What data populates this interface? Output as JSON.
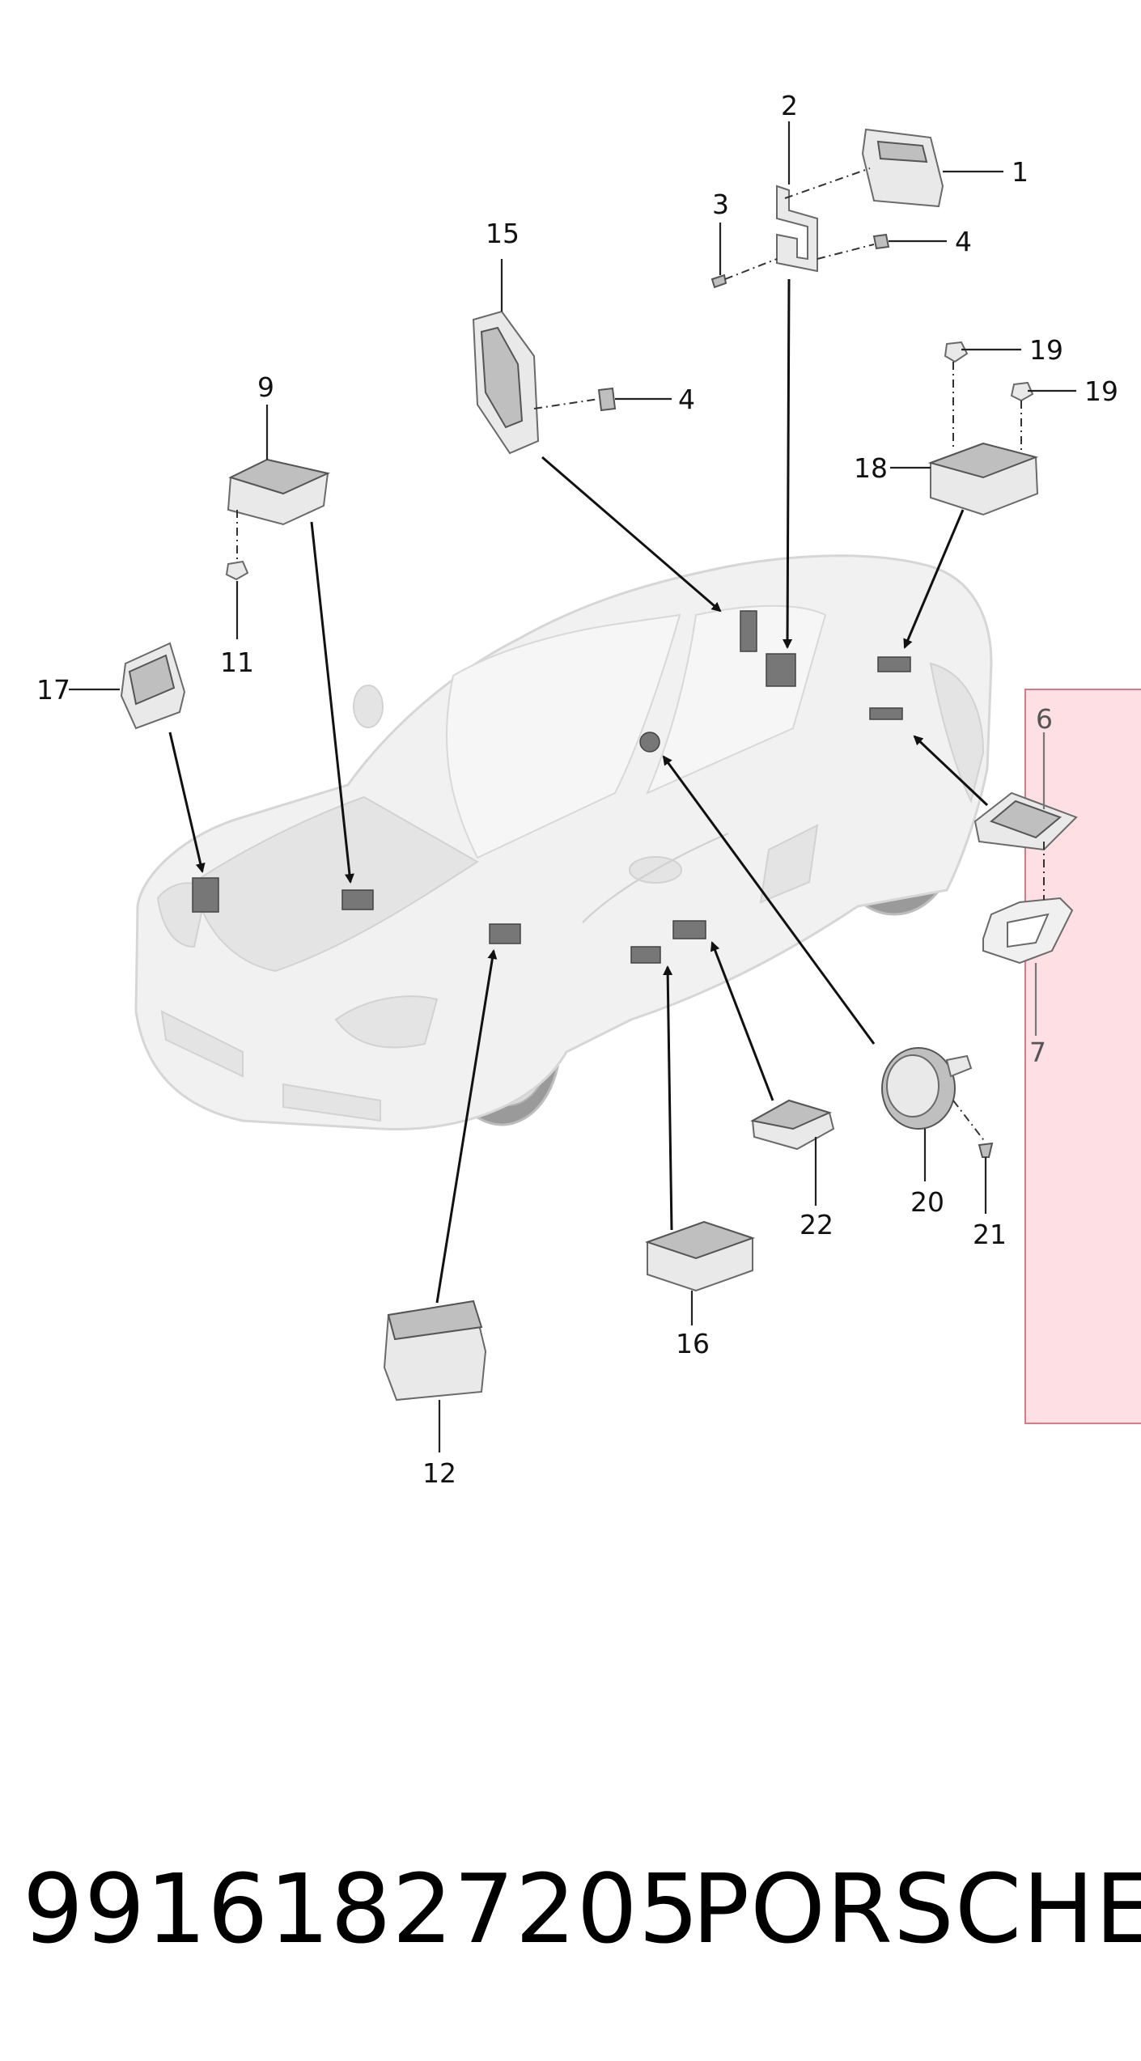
{
  "callouts": [
    {
      "id": "1",
      "label": "1"
    },
    {
      "id": "2",
      "label": "2"
    },
    {
      "id": "3",
      "label": "3"
    },
    {
      "id": "4a",
      "label": "4"
    },
    {
      "id": "4b",
      "label": "4"
    },
    {
      "id": "6",
      "label": "6"
    },
    {
      "id": "7",
      "label": "7"
    },
    {
      "id": "9",
      "label": "9"
    },
    {
      "id": "11",
      "label": "11"
    },
    {
      "id": "12",
      "label": "12"
    },
    {
      "id": "15",
      "label": "15"
    },
    {
      "id": "16",
      "label": "16"
    },
    {
      "id": "17",
      "label": "17"
    },
    {
      "id": "18",
      "label": "18"
    },
    {
      "id": "19a",
      "label": "19"
    },
    {
      "id": "19b",
      "label": "19"
    },
    {
      "id": "20",
      "label": "20"
    },
    {
      "id": "21",
      "label": "21"
    },
    {
      "id": "22",
      "label": "22"
    }
  ],
  "footer": {
    "part_number": "99161827205",
    "brand": "PORSCHE"
  },
  "highlight": {
    "covers_callouts": [
      "6",
      "7"
    ],
    "color": "#f6b8c0"
  }
}
